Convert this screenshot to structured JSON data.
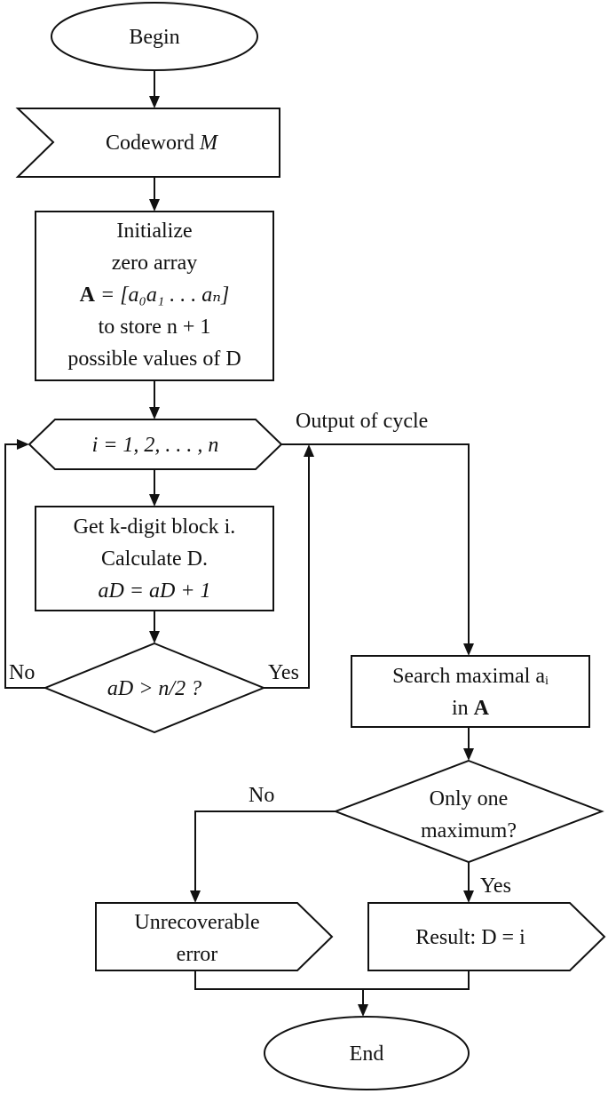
{
  "nodes": {
    "begin": {
      "label": "Begin"
    },
    "codeword": {
      "label": "Codeword ",
      "var": "M"
    },
    "initialize": {
      "line1": "Initialize",
      "line2": "zero array",
      "line3_bold": "A",
      "line3_rest": " = [a₀a₁ . . . aₙ]",
      "line4": "to store n + 1",
      "line5": "possible values of D"
    },
    "loop": {
      "label": "i = 1, 2, . . . , n"
    },
    "process": {
      "line1": "Get k-digit block i.",
      "line2": "Calculate D.",
      "line3": "aD = aD + 1"
    },
    "condition": {
      "label": "aD > n/2 ?"
    },
    "search": {
      "line1": "Search maximal aᵢ",
      "line2_prefix": "in ",
      "line2_bold": "A"
    },
    "only_one": {
      "line1": "Only one",
      "line2": "maximum?"
    },
    "unrecoverable": {
      "line1": "Unrecoverable",
      "line2": "error"
    },
    "result": {
      "label": "Result: D = i"
    },
    "end": {
      "label": "End"
    }
  },
  "edge_labels": {
    "output_of_cycle": "Output of cycle",
    "cond_no": "No",
    "cond_yes": "Yes",
    "max_no": "No",
    "max_yes": "Yes"
  }
}
